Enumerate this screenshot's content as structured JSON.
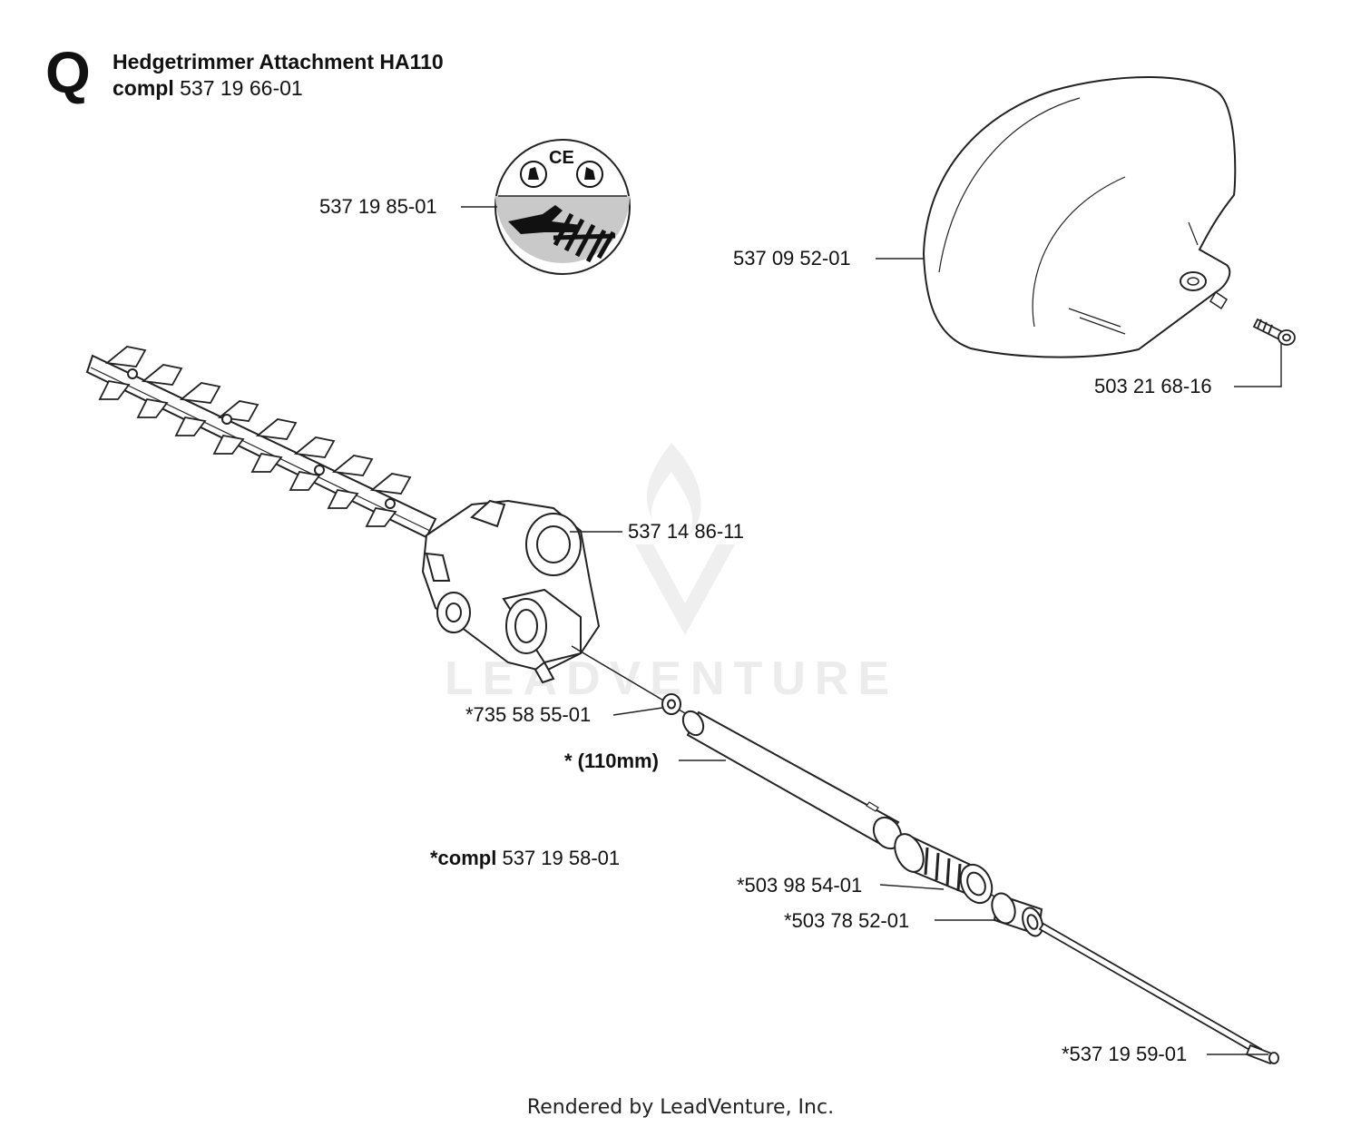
{
  "header": {
    "section_letter": "Q",
    "title": "Hedgetrimmer Attachment HA110",
    "compl_label": "compl",
    "compl_number": "537 19 66-01"
  },
  "watermark": {
    "text": "LEADVENTURE"
  },
  "parts": {
    "decal": "537 19 85-01",
    "guard": "537 09 52-01",
    "guard_screw": "503 21 68-16",
    "gear_head": "537 14 86-11",
    "washer": "*735 58 55-01",
    "tube_size": "* (110mm)",
    "tube_compl_label": "*compl",
    "tube_compl_number": "537 19 58-01",
    "tube_bushing": "*503 98 54-01",
    "tube_coupling": "*503 78 52-01",
    "drive_shaft": "*537 19 59-01"
  },
  "footer": {
    "text": "Rendered by LeadVenture, Inc."
  }
}
